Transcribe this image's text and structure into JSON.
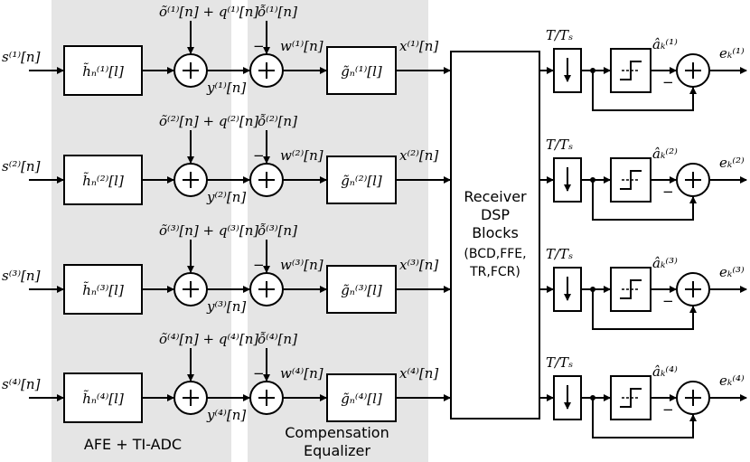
{
  "regions": {
    "afe_label": "AFE + TI-ADC",
    "comp_label_line1": "Compensation",
    "comp_label_line2": "Equalizer",
    "afe_color": "#e5e5e5",
    "comp_color": "#e5e5e5"
  },
  "dsp_block": {
    "line1": "Receiver",
    "line2": "DSP",
    "line3": "Blocks",
    "line4": "(BCD,FFE,",
    "line5": "TR,FCR)"
  },
  "plus_symbol": "+",
  "minus_symbol": "−",
  "lanes": [
    {
      "index": "1",
      "input": "s⁽¹⁾[n]",
      "channel": "h̃ₙ⁽¹⁾[l]",
      "impairment": "õ⁽¹⁾[n] + q⁽¹⁾[n]",
      "adc_out": "y⁽¹⁾[n]",
      "offset": "ỗ⁽¹⁾[n]",
      "comp_in": "w⁽¹⁾[n]",
      "equalizer": "g̃ₙ⁽¹⁾[l]",
      "eq_out": "x⁽¹⁾[n]",
      "decimation": "T/Tₛ",
      "decision": "âₖ⁽¹⁾",
      "error": "eₖ⁽¹⁾"
    },
    {
      "index": "2",
      "input": "s⁽²⁾[n]",
      "channel": "h̃ₙ⁽²⁾[l]",
      "impairment": "õ⁽²⁾[n] + q⁽²⁾[n]",
      "adc_out": "y⁽²⁾[n]",
      "offset": "ỗ⁽²⁾[n]",
      "comp_in": "w⁽²⁾[n]",
      "equalizer": "g̃ₙ⁽²⁾[l]",
      "eq_out": "x⁽²⁾[n]",
      "decimation": "T/Tₛ",
      "decision": "âₖ⁽²⁾",
      "error": "eₖ⁽²⁾"
    },
    {
      "index": "3",
      "input": "s⁽³⁾[n]",
      "channel": "h̃ₙ⁽³⁾[l]",
      "impairment": "õ⁽³⁾[n] + q⁽³⁾[n]",
      "adc_out": "y⁽³⁾[n]",
      "offset": "ỗ⁽³⁾[n]",
      "comp_in": "w⁽³⁾[n]",
      "equalizer": "g̃ₙ⁽³⁾[l]",
      "eq_out": "x⁽³⁾[n]",
      "decimation": "T/Tₛ",
      "decision": "âₖ⁽³⁾",
      "error": "eₖ⁽³⁾"
    },
    {
      "index": "4",
      "input": "s⁽⁴⁾[n]",
      "channel": "h̃ₙ⁽⁴⁾[l]",
      "impairment": "õ⁽⁴⁾[n] + q⁽⁴⁾[n]",
      "adc_out": "y⁽⁴⁾[n]",
      "offset": "ỗ⁽⁴⁾[n]",
      "comp_in": "w⁽⁴⁾[n]",
      "equalizer": "g̃ₙ⁽⁴⁾[l]",
      "eq_out": "x⁽⁴⁾[n]",
      "decimation": "T/Tₛ",
      "decision": "âₖ⁽⁴⁾",
      "error": "eₖ⁽⁴⁾"
    }
  ]
}
